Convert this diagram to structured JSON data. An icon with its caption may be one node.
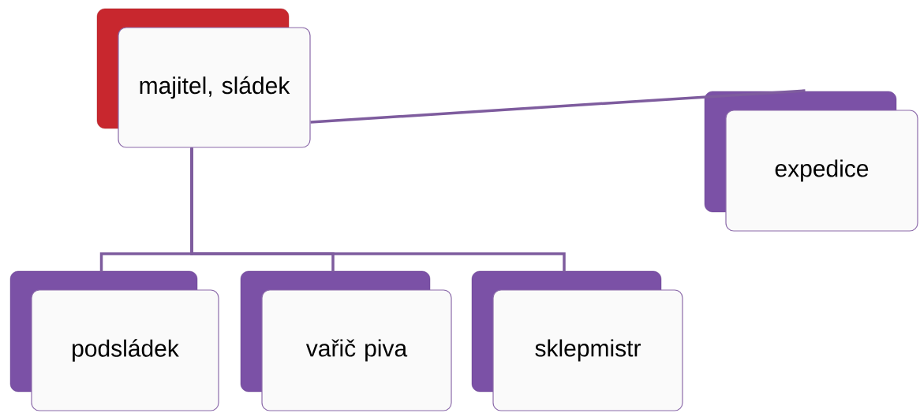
{
  "diagram": {
    "nodes": [
      {
        "text": [
          "majitel, sládek"
        ]
      },
      {
        "text": [
          "expedice"
        ]
      },
      {
        "text": [
          "podsládek"
        ]
      },
      {
        "text": [
          "vařič piva"
        ]
      },
      {
        "text": [
          "sklepmistr"
        ]
      }
    ],
    "edges": [
      {
        "from": 0,
        "to": 1,
        "arrow": "none"
      },
      {
        "from": 0,
        "to": 2,
        "arrow": "none"
      },
      {
        "from": 0,
        "to": 3,
        "arrow": "none"
      },
      {
        "from": 0,
        "to": 4,
        "arrow": "none"
      }
    ]
  }
}
